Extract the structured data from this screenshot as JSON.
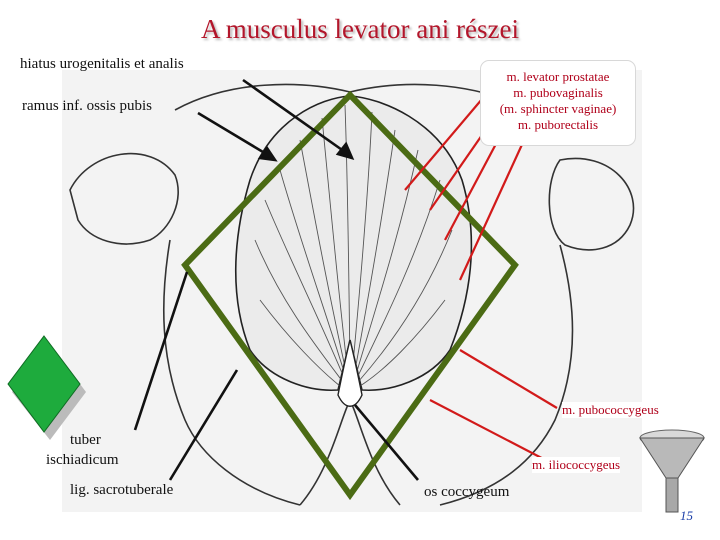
{
  "title": "A musculus levator ani részei",
  "labels": {
    "hiatus": "hiatus urogenitalis et analis",
    "ramus": "ramus inf. ossis pubis",
    "tuber_line1": "tuber",
    "tuber_line2": "ischiadicum",
    "sacro": "lig. sacrotuberale",
    "coccyx": "os coccygeum",
    "pubococcygeus": "m. pubococcygeus",
    "iliococcygeus": "m. iliococcygeus"
  },
  "callout_lines": [
    "m. levator prostatae",
    "m. pubovaginalis",
    "(m. sphincter vaginae)",
    "m. puborectalis"
  ],
  "page_number": "15",
  "colors": {
    "title": "#b3162b",
    "outline": "#4b6b14",
    "arrows_red": "#d21a1a",
    "diamond": "#1eab3d"
  },
  "icons": [
    "funnel-icon",
    "green-diamond-icon"
  ]
}
